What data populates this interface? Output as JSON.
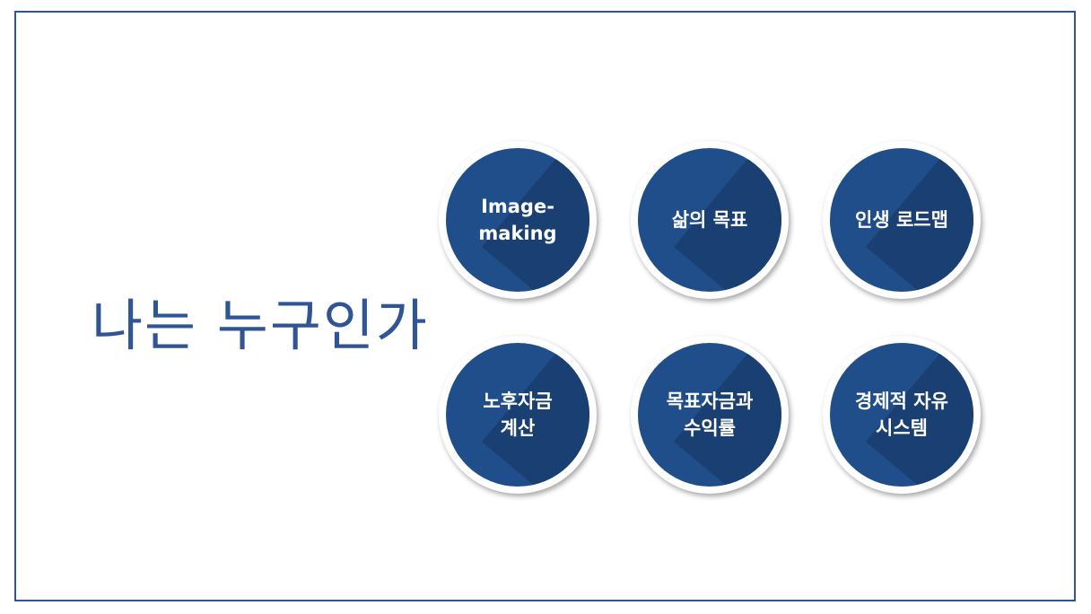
{
  "title": "나는 누구인가",
  "items": [
    {
      "label": "Image-\nmaking"
    },
    {
      "label": "삶의 목표"
    },
    {
      "label": "인생 로드맵"
    },
    {
      "label": "노후자금\n계산"
    },
    {
      "label": "목표자금과\n수익률"
    },
    {
      "label": "경제적 자유\n시스템"
    }
  ],
  "colors": {
    "accent": "#2f5597",
    "circle": "#1f4e8a"
  }
}
